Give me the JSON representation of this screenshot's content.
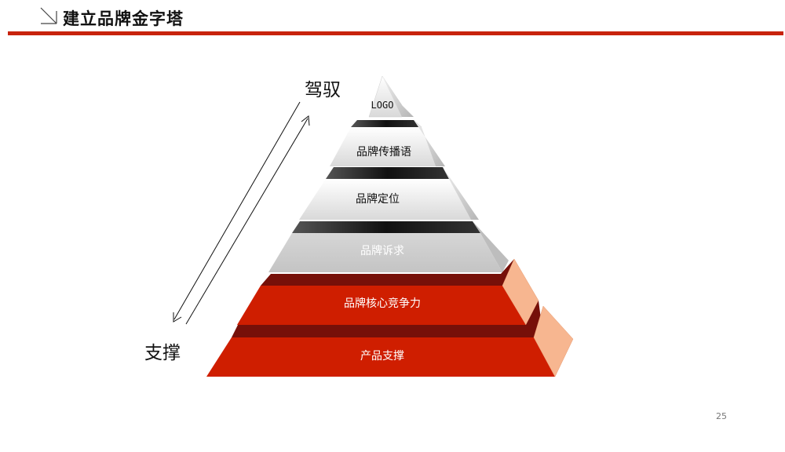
{
  "header": {
    "title": "建立品牌金字塔"
  },
  "colors": {
    "accent": "#c8230d",
    "red_face": "#cf1e00",
    "dark_red": "#761009",
    "peach_side": "#f7b690",
    "gray_face": "#cfcfcf",
    "white_face": "#f2f2f2"
  },
  "pyramid": {
    "levels": [
      {
        "label": "LOGO"
      },
      {
        "label": "品牌传播语"
      },
      {
        "label": "品牌定位"
      },
      {
        "label": "品牌诉求"
      },
      {
        "label": "品牌核心竞争力"
      },
      {
        "label": "产品支撑"
      }
    ]
  },
  "arrows": {
    "top_label": "驾驭",
    "bottom_label": "支撑"
  },
  "footer": {
    "page_number": "25"
  }
}
